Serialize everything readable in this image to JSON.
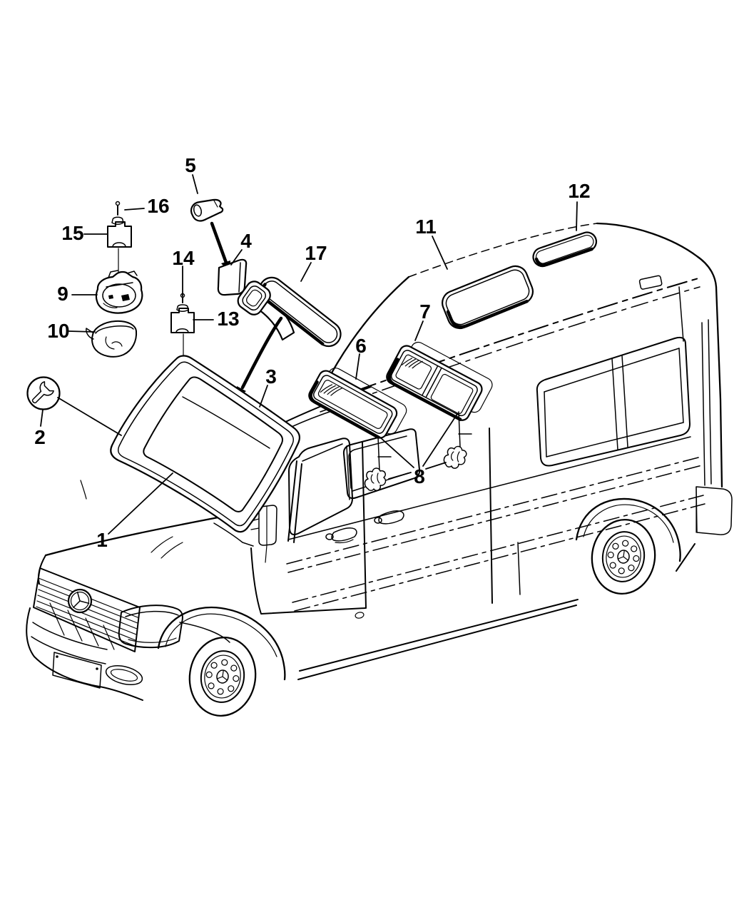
{
  "diagram": {
    "kind": "exploded-parts-line-drawing",
    "background_color": "#ffffff",
    "line_color": "#000000"
  },
  "icons": {
    "wrench_badge": "wrench-icon",
    "install_arrow": "thick-arrow-icon"
  },
  "callouts": {
    "c1": "1",
    "c2": "2",
    "c3": "3",
    "c4": "4",
    "c5": "5",
    "c6": "6",
    "c7": "7",
    "c8": "8",
    "c9": "9",
    "c10": "10",
    "c11": "11",
    "c12": "12",
    "c13": "13",
    "c14": "14",
    "c15": "15",
    "c16": "16",
    "c17": "17"
  }
}
